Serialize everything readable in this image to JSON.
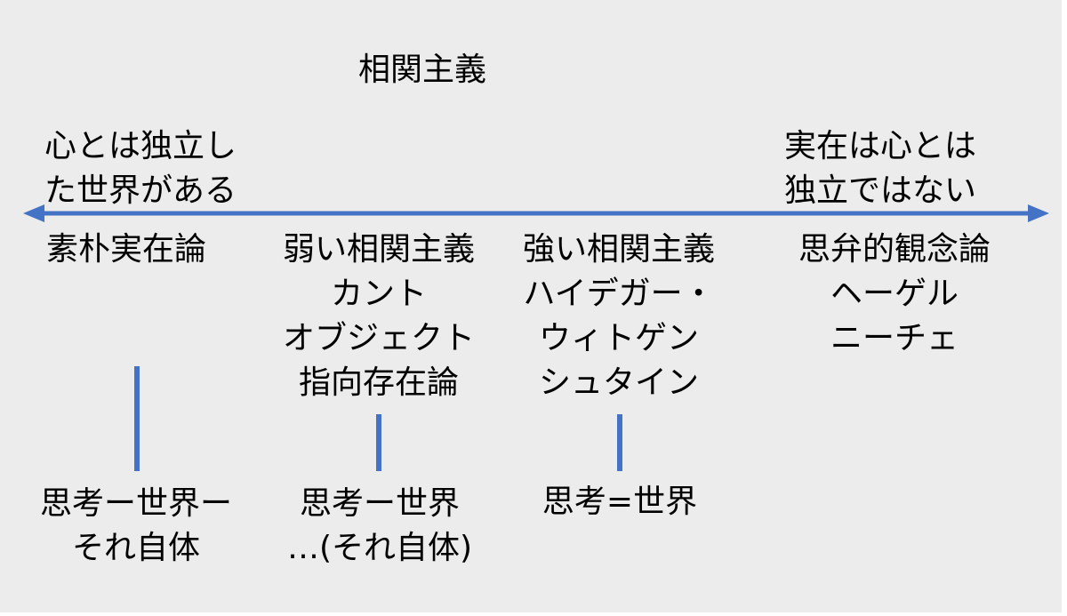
{
  "title": "相関主義",
  "axis": {
    "left_label": [
      "心とは独立し",
      "た世界がある"
    ],
    "right_label": [
      "実在は心とは",
      "独立ではない"
    ],
    "color": "#4472c4"
  },
  "positions": [
    {
      "lines": [
        "素朴実在論"
      ],
      "relation": [
        "思考ー世界ー",
        "それ自体"
      ]
    },
    {
      "lines": [
        "弱い相関主義",
        "カント",
        "オブジェクト",
        "指向存在論"
      ],
      "relation": [
        "思考ー世界",
        "…(それ自体)"
      ]
    },
    {
      "lines": [
        "強い相関主義",
        "ハイデガー・",
        "ウィトゲン",
        "シュタイン"
      ],
      "relation": [
        "思考=世界"
      ]
    },
    {
      "lines": [
        "思弁的観念論",
        "ヘーゲル",
        "ニーチェ"
      ]
    }
  ]
}
